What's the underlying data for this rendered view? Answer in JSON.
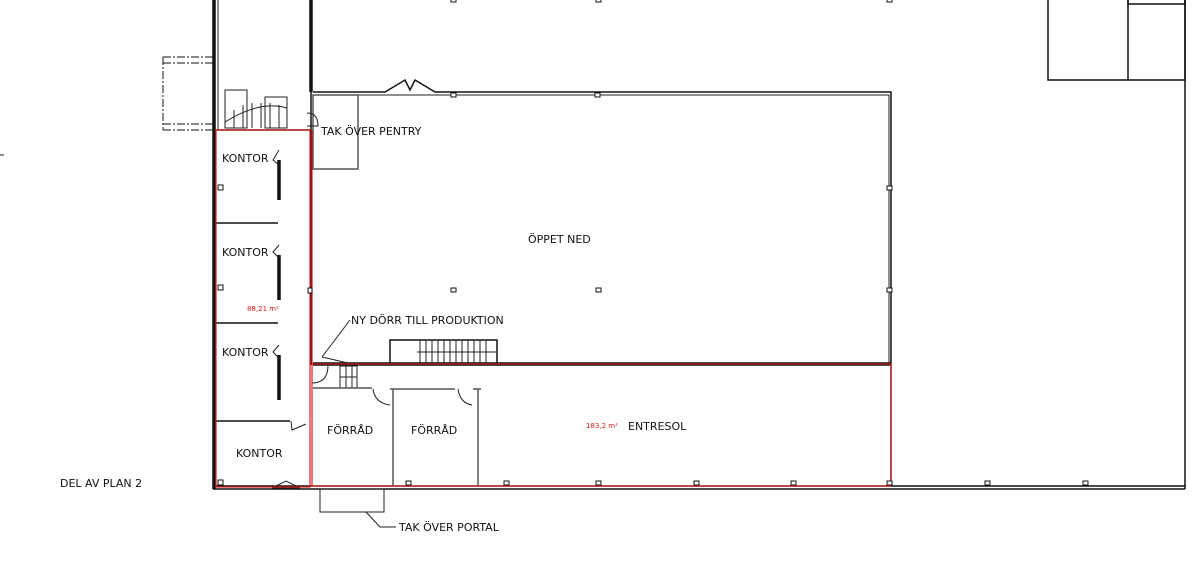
{
  "plan": {
    "title": "DEL AV PLAN 2",
    "rooms": {
      "kontor_1": "KONTOR",
      "kontor_2": "KONTOR",
      "kontor_3": "KONTOR",
      "kontor_4": "KONTOR",
      "pentry": "TAK ÖVER PENTRY",
      "open": "ÖPPET NED",
      "forrad_1": "FÖRRÅD",
      "forrad_2": "FÖRRÅD",
      "entresol": "ENTRESOL"
    },
    "areas": {
      "office_zone": "88,21 m²",
      "entresol": "183,2 m²"
    },
    "annotations": {
      "new_door": "NY DÖRR TILL PRODUKTION",
      "portal_roof": "TAK ÖVER PORTAL"
    },
    "colors": {
      "walls": "#111111",
      "area_outline": "#e02020"
    }
  }
}
